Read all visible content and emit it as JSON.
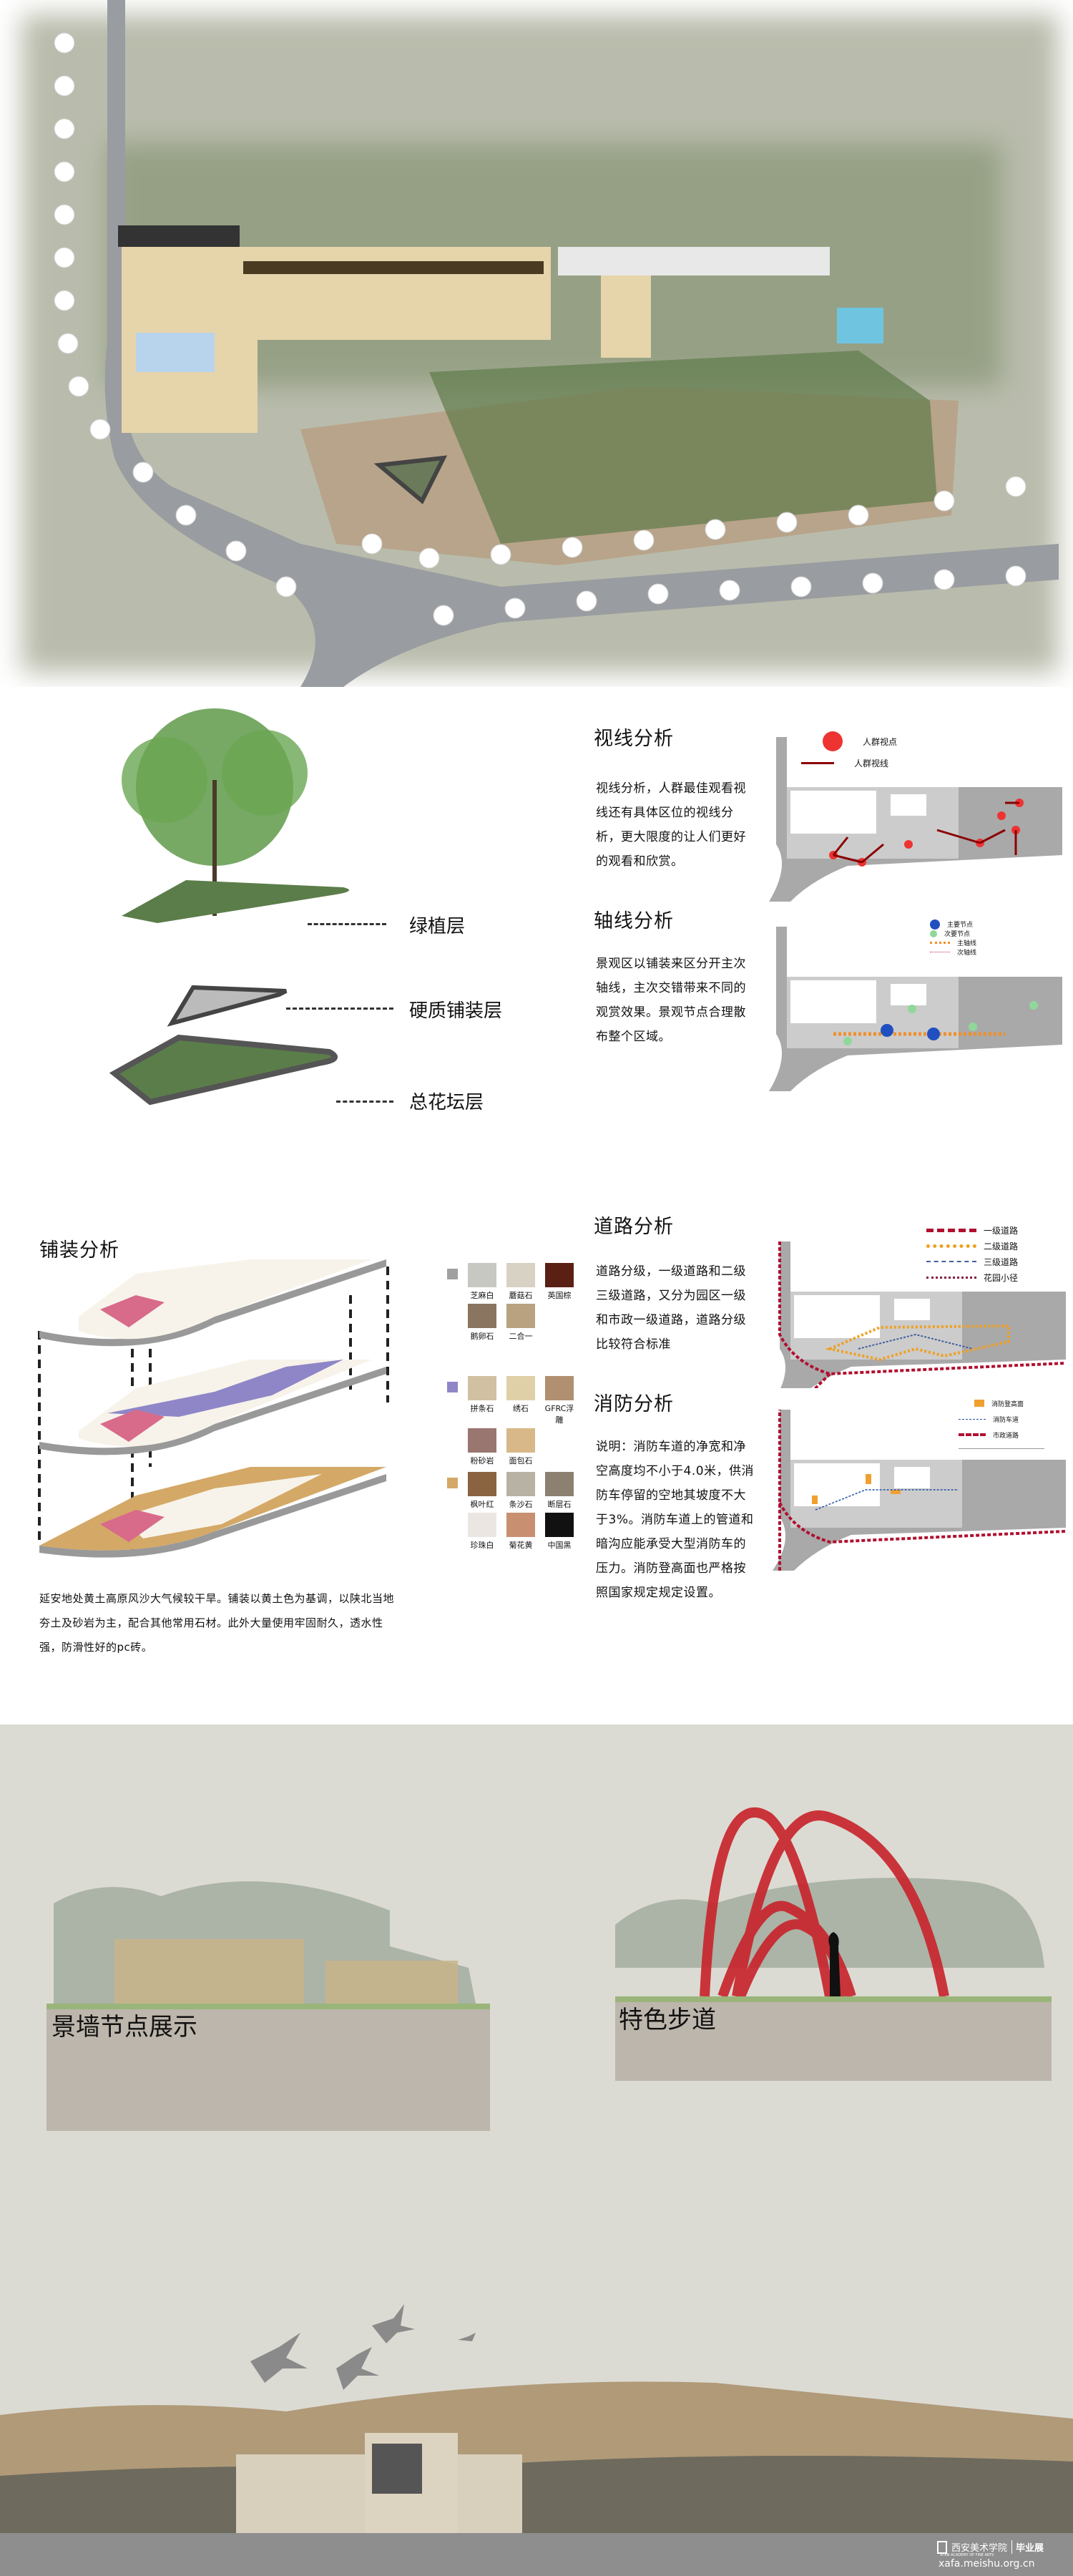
{
  "tree_layers": {
    "green": "绿植层",
    "hard": "硬质铺装层",
    "bed": "总花坛层"
  },
  "sight": {
    "title": "视线分析",
    "body": "视线分析，人群最佳观看视线还有具体区位的视线分析，更大限度的让人们更好的观看和欣赏。",
    "legend": [
      "人群视点",
      "人群视线"
    ]
  },
  "axis": {
    "title": "轴线分析",
    "body": "景观区以铺装来区分开主次轴线，主次交错带来不同的观赏效果。景观节点合理散布整个区域。",
    "legend": [
      "主要节点",
      "次要节点",
      "主轴线",
      "次轴线"
    ]
  },
  "road": {
    "title": "道路分析",
    "body": "道路分级，一级道路和二级三级道路，又分为园区一级和市政一级道路，道路分级比较符合标准",
    "legend": [
      "一级道路",
      "二级道路",
      "三级道路",
      "花园小径"
    ]
  },
  "fire": {
    "title": "消防分析",
    "body": "说明：消防车道的净宽和净空高度均不小于4.0米，供消防车停留的空地其坡度不大于3%。消防车道上的管道和暗沟应能承受大型消防车的压力。消防登高面也严格按照国家规定规定设置。",
    "legend": [
      "消防登高面",
      "消防车道",
      "市政道路"
    ]
  },
  "paving": {
    "title": "铺装分析",
    "body": "延安地处黄土高原风沙大气候较干旱。铺装以黄土色为基调，以陕北当地夯土及砂岩为主，配合其他常用石材。此外大量使用牢固耐久，透水性强，防滑性好的pc砖。",
    "groups": [
      {
        "color": "#a0a0a0",
        "items": [
          "芝麻白",
          "蘑菇石",
          "英国棕",
          "鹅卵石",
          "二合一"
        ]
      },
      {
        "color": "#8f86c8",
        "items": [
          "拼条石",
          "绣石",
          "GFRC浮雕",
          "粉砂岩",
          "面包石"
        ]
      },
      {
        "color": "#d4a866",
        "items": [
          "枫叶红",
          "条沙石",
          "断层石",
          "珍珠白",
          "菊花黄",
          "中国黑"
        ]
      }
    ]
  },
  "elevations": {
    "wall": "景墙节点展示",
    "path": "特色步道"
  },
  "watermark": {
    "school": "西安美术学院",
    "school_en": "XI'AN ACADEMY OF FINE ARTS",
    "tag": "毕业展",
    "url": "xafa.meishu.org.cn"
  }
}
